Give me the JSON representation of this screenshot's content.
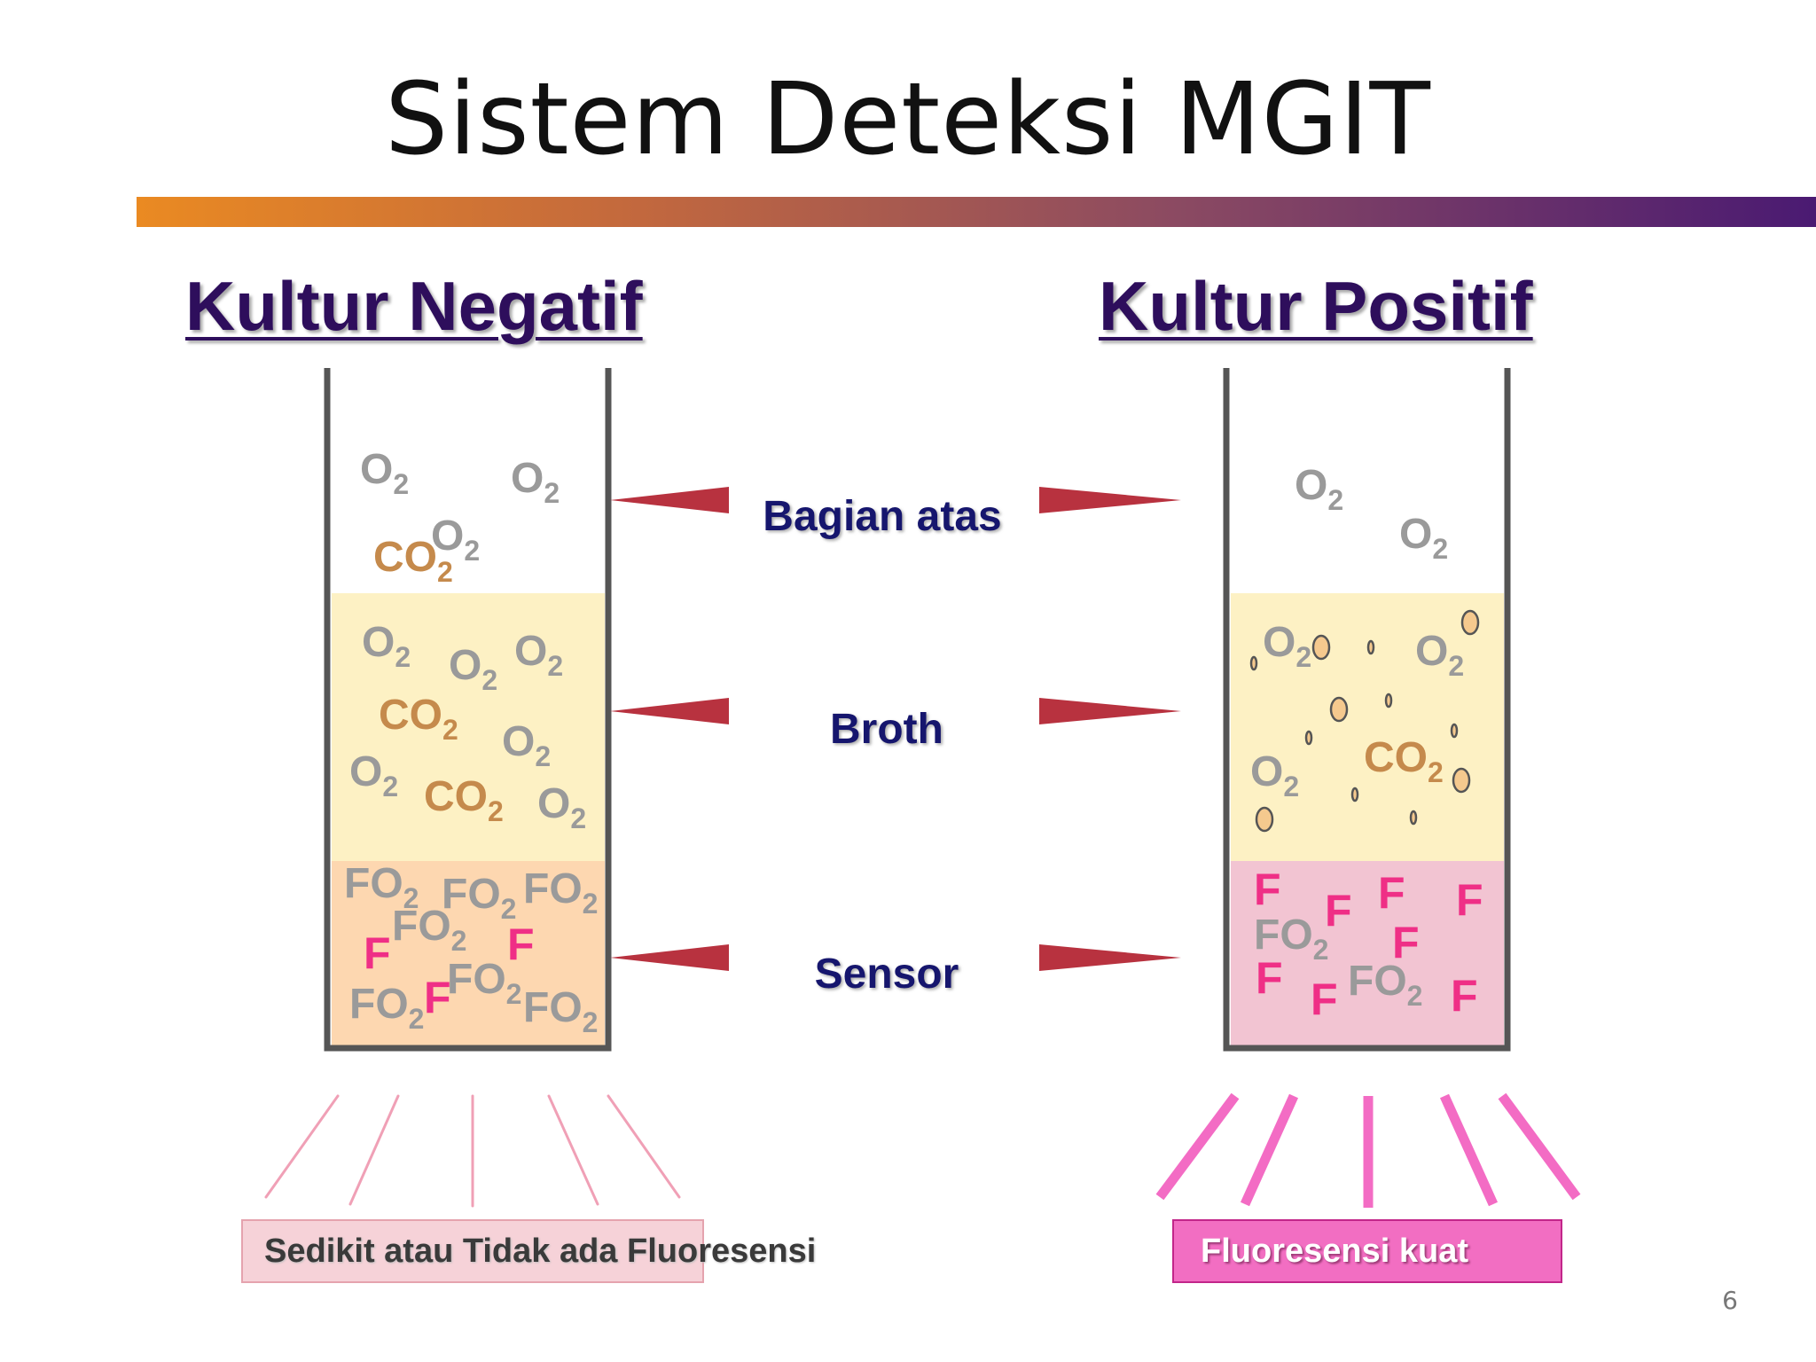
{
  "title": "Sistem Deteksi MGIT",
  "page_number": "6",
  "colors": {
    "accent_bar_start": "#ea8a22",
    "accent_bar_end": "#4a1a72",
    "heading": "#2e0e5c",
    "zone_label": "#12126e",
    "pointer": "#b8323f",
    "headspace": "#ffffff",
    "broth": "#fdf1c4",
    "sensor_negative": "#fdd7b0",
    "sensor_positive": "#f2c4d2",
    "oxygen": "#9a9a9a",
    "carbon_dioxide": "#c58a4c",
    "fluorescence": "#ef2f86",
    "rays_weak": "#f0a0b6",
    "rays_strong": "#f36cc4"
  },
  "panels": {
    "negative": {
      "heading": "Kultur Negatif",
      "result_label": "Sedikit  atau Tidak ada Fluoresensi",
      "fluorescence": "weak",
      "headspace": [
        "O2",
        "O2",
        "CO2",
        "O2"
      ],
      "broth": [
        "O2",
        "O2",
        "O2",
        "CO2",
        "O2",
        "O2",
        "CO2",
        "O2"
      ],
      "sensor": [
        "FO2",
        "FO2",
        "FO2",
        "FO2",
        "F",
        "F",
        "FO2",
        "FO2",
        "F",
        "FO2"
      ]
    },
    "positive": {
      "heading": "Kultur Positif",
      "result_label": "Fluoresensi kuat",
      "fluorescence": "strong",
      "headspace": [
        "O2",
        "O2"
      ],
      "broth": [
        "O2",
        "O2",
        "O2",
        "CO2"
      ],
      "sensor": [
        "F",
        "F",
        "F",
        "F",
        "FO2",
        "F",
        "F",
        "F",
        "FO2",
        "F"
      ]
    }
  },
  "zones": [
    "Bagian atas",
    "Broth",
    "Sensor"
  ]
}
